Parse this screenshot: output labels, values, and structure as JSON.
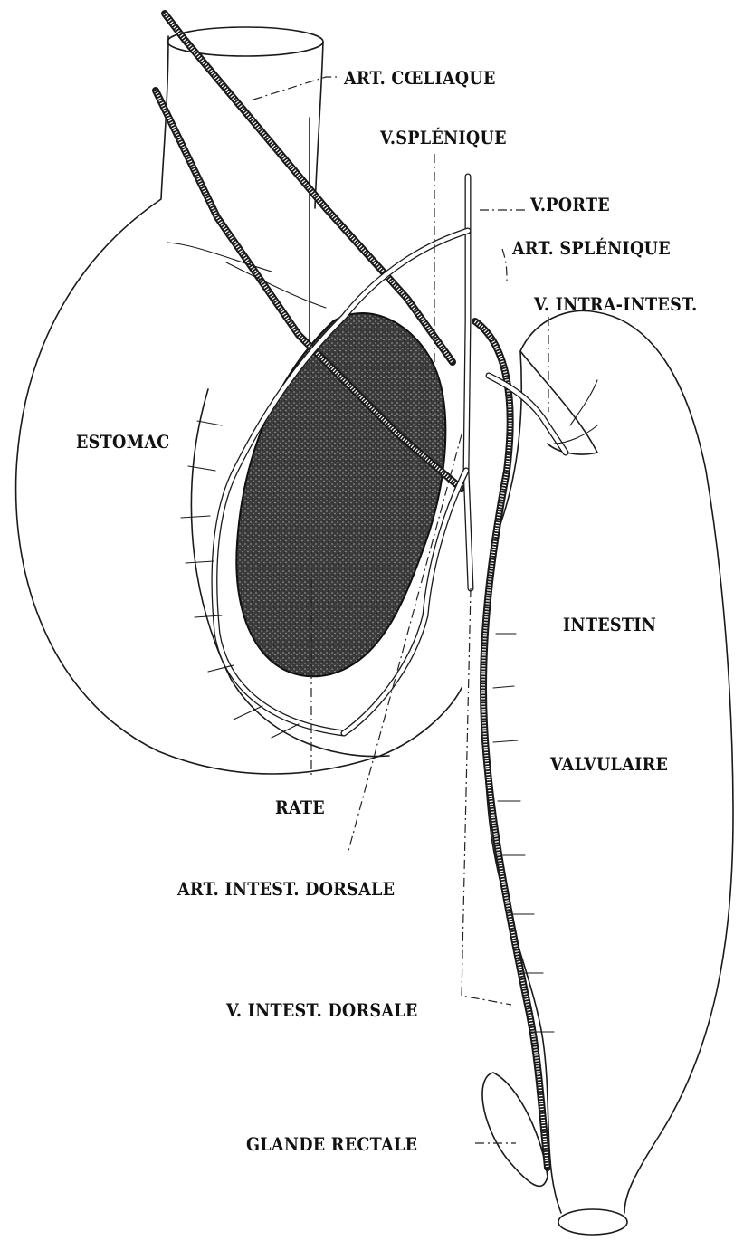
{
  "labels": {
    "art_coeliaque": "ART. CŒLIAQUE",
    "v_splenique": "V.SPLÉNIQUE",
    "v_porte": "V.PORTE",
    "art_splenique": "ART. SPLÉNIQUE",
    "v_intra_intest": "V. INTRA-INTEST.",
    "estomac": "ESTOMAC",
    "intestin": "INTESTIN",
    "valvulaire": "VALVULAIRE",
    "rate": "RATE",
    "art_intest_dorsale": "ART. INTEST. DORSALE",
    "v_intest_dorsale": "V. INTEST. DORSALE",
    "glande_rectale": "GLANDE RECTALE"
  },
  "colors": {
    "ink": "#1a1a1a",
    "spleen": "#4a4a4a",
    "paper": "#ffffff"
  }
}
